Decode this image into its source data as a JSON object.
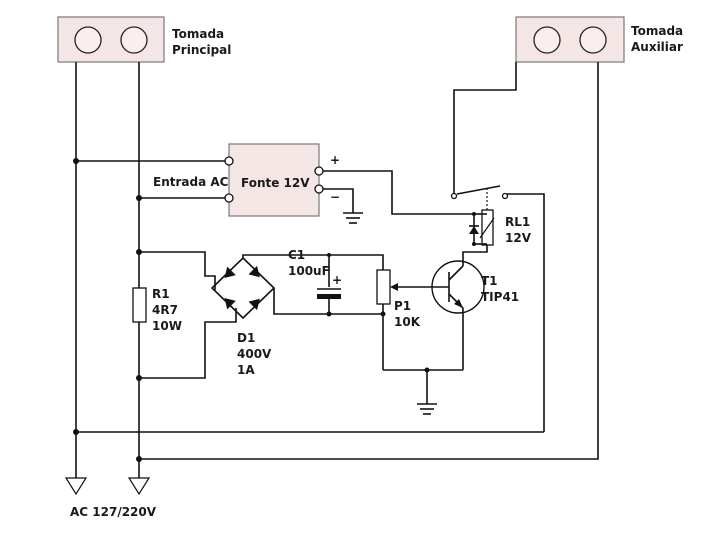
{
  "labels": {
    "tomada_principal_line1": "Tomada",
    "tomada_principal_line2": "Principal",
    "tomada_auxiliar_line1": "Tomada",
    "tomada_auxiliar_line2": "Auxiliar",
    "entrada_ac": "Entrada AC",
    "fonte": "Fonte 12V",
    "plus": "+",
    "minus": "−",
    "c1_name": "C1",
    "c1_value": "100uF",
    "cap_plus": "+",
    "rl1_name": "RL1",
    "rl1_value": "12V",
    "t1_name": "T1",
    "t1_value": "TIP41",
    "r1_name": "R1",
    "r1_value": "4R7",
    "r1_power": "10W",
    "p1_name": "P1",
    "p1_value": "10K",
    "d1_name": "D1",
    "d1_voltage": "400V",
    "d1_current": "1A",
    "ac_label": "AC 127/220V"
  }
}
